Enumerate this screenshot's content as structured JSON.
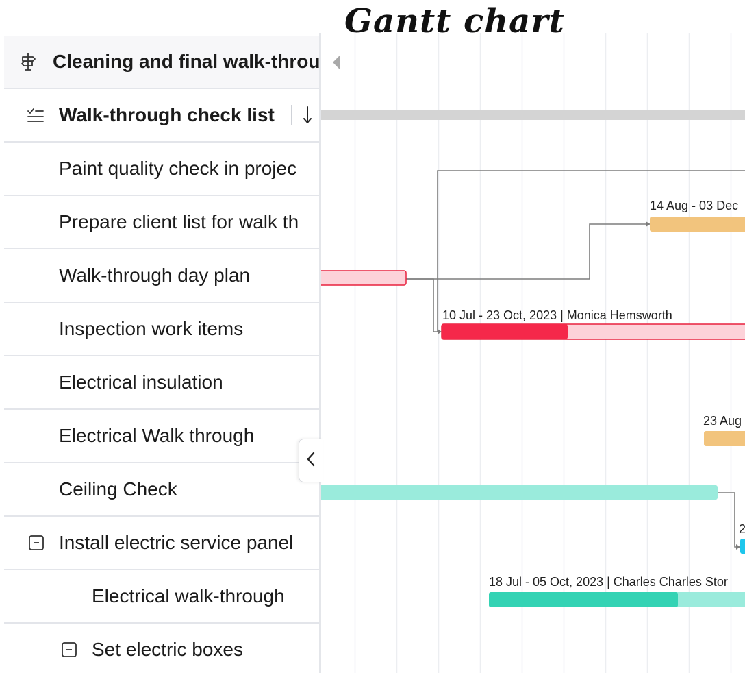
{
  "header": {
    "title": "Gantt chart"
  },
  "tasks": [
    {
      "label": "Cleaning and final walk-throu",
      "icon": "milestone-sign-icon"
    },
    {
      "label": "Walk-through check list",
      "icon": "checklist-icon"
    },
    {
      "label": "Paint quality check in projec"
    },
    {
      "label": "Prepare client list for walk th"
    },
    {
      "label": "Walk-through day plan"
    },
    {
      "label": "Inspection work items"
    },
    {
      "label": "Electrical insulation"
    },
    {
      "label": "Electrical Walk through"
    },
    {
      "label": "Ceiling Check"
    },
    {
      "label": "Install electric service panel",
      "icon": "collapse-box-icon"
    },
    {
      "label": "Electrical walk-through"
    },
    {
      "label": "Set electric boxes",
      "icon": "collapse-box-icon"
    }
  ],
  "bars": {
    "b1": "14 Aug - 03 Dec",
    "b2": "10 Jul - 23 Oct, 2023 | Monica Hemsworth",
    "b3": "23 Aug",
    "b4": "2",
    "b5": "18 Jul - 05 Oct, 2023 | Charles Charles Stor"
  },
  "colors": {
    "summary_bar": "#d4d4d4",
    "orange_bar": "#f2c47d",
    "red_bar": "#f5284a",
    "red_bar_light": "#fdd2d9",
    "teal_bar": "#34d3b4",
    "teal_bar_light": "#9aebdc",
    "blue_bar": "#1ec6ec",
    "grid_line": "#eceef1",
    "connector": "#7d7d7d"
  }
}
